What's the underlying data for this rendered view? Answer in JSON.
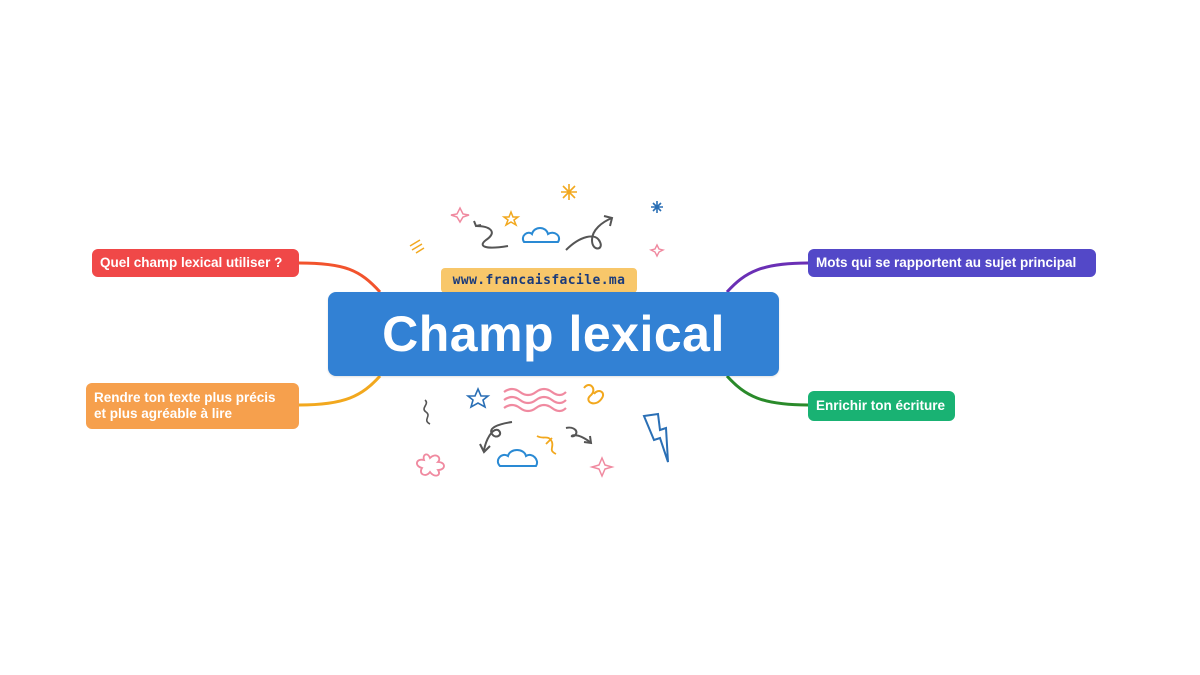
{
  "map": {
    "center_title": "Champ lexical",
    "site_label": "www.francaisfacile.ma",
    "branches": [
      {
        "label": "Quel champ lexical utiliser ?",
        "color": "#f04848"
      },
      {
        "label": "Rendre ton texte plus précis\net plus agréable à lire",
        "color": "#f6a04d"
      },
      {
        "label": "Mots qui se rapportent au sujet principal",
        "color": "#5348c8"
      },
      {
        "label": "Enrichir ton écriture",
        "color": "#19b273"
      }
    ]
  },
  "colors": {
    "center_bg": "#3281d4",
    "badge_bg": "#f8c76a",
    "link_top_left": "#f2532d",
    "link_bottom_left": "#f2a81e",
    "link_top_right": "#6a2fb5",
    "link_bottom_right": "#2a8a2a"
  },
  "icons": [
    "arrow-doodle",
    "cloud-doodle",
    "star-doodle",
    "sparkle-doodle",
    "wave-doodle",
    "lightning-doodle",
    "swirl-doodle",
    "flower-doodle"
  ]
}
